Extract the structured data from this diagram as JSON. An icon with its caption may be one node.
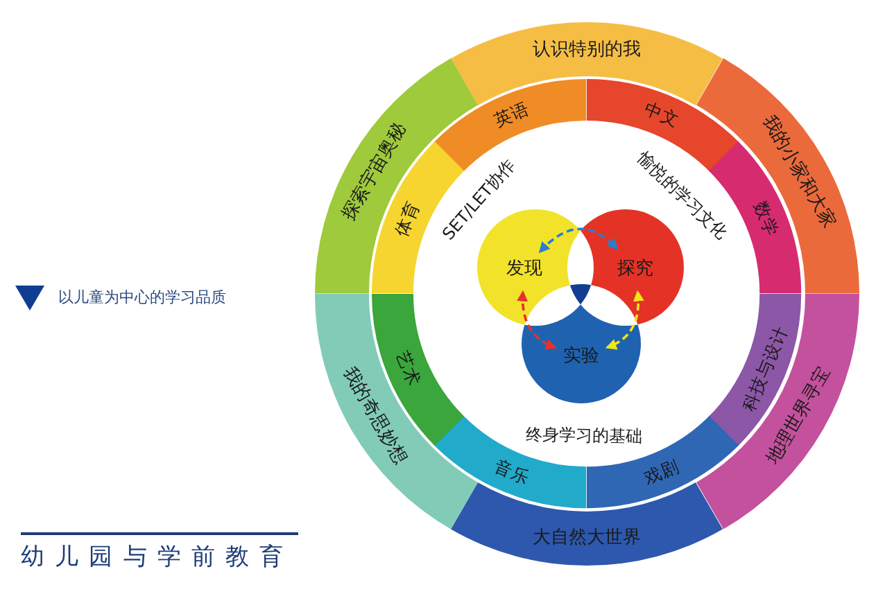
{
  "diagram": {
    "title": "幼儿园与学前教育",
    "nodes": [
      {
        "text": [
          "认识特别的我"
        ]
      },
      {
        "text": [
          "我的小家和大家"
        ]
      },
      {
        "text": [
          "地理世界寻宝"
        ]
      },
      {
        "text": [
          "大自然大世界"
        ]
      },
      {
        "text": [
          "我的奇思妙想"
        ]
      },
      {
        "text": [
          "探索宇宙奥秘"
        ]
      },
      {
        "text": [
          "英语"
        ]
      },
      {
        "text": [
          "中文"
        ]
      },
      {
        "text": [
          "数学"
        ]
      },
      {
        "text": [
          "科技与设计"
        ]
      },
      {
        "text": [
          "戏剧"
        ]
      },
      {
        "text": [
          "音乐"
        ]
      },
      {
        "text": [
          "艺术"
        ]
      },
      {
        "text": [
          "体育"
        ]
      },
      {
        "text": [
          "发现"
        ]
      },
      {
        "text": [
          "探究"
        ]
      },
      {
        "text": [
          "实验"
        ]
      }
    ],
    "edges": [
      {
        "from": 14,
        "to": 15,
        "arrow": "both",
        "style": "dashed",
        "color": "#2a7fc9"
      },
      {
        "from": 14,
        "to": 16,
        "arrow": "both",
        "style": "dashed",
        "color": "#e2332a"
      },
      {
        "from": 15,
        "to": 16,
        "arrow": "both",
        "style": "dashed",
        "color": "#f2e51a"
      }
    ],
    "labels": [
      "SET/LET协作",
      "愉悦的学习文化",
      "终身学习的基础"
    ],
    "legend": [
      {
        "text": "以儿童为中心的学习品质",
        "color": "#0f3d91"
      }
    ]
  }
}
